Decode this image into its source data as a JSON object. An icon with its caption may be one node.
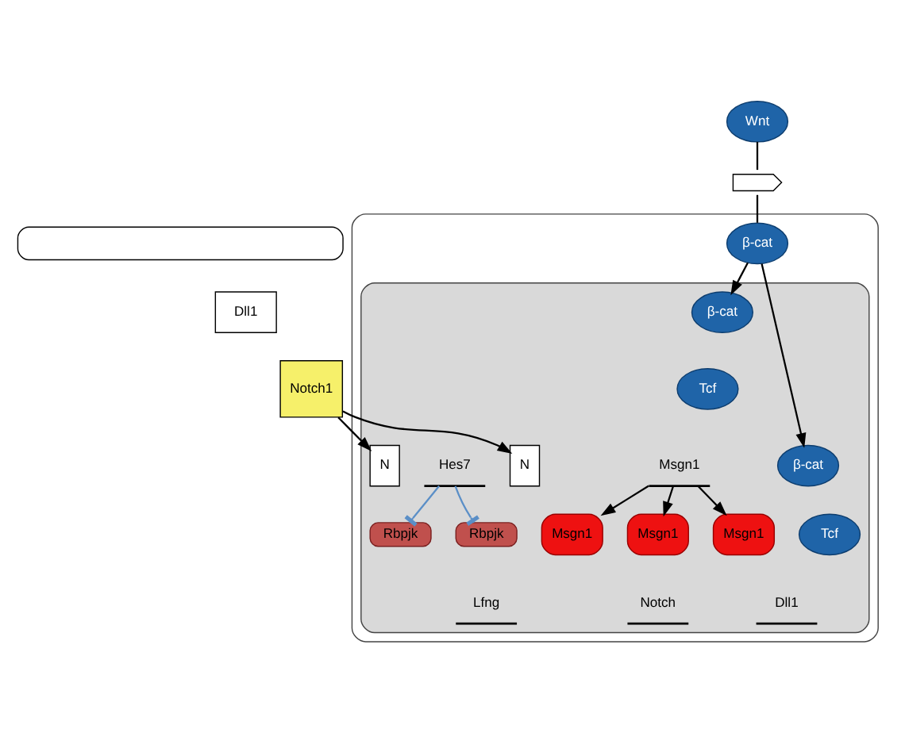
{
  "diagram": {
    "nodes": [
      {
        "text": [],
        "shape": "box"
      },
      {
        "text": [
          "Dll1"
        ]
      },
      {
        "text": [
          "Notch1"
        ]
      },
      {
        "text": [
          "Wnt"
        ]
      },
      {
        "text": [],
        "shape": "coil"
      },
      {
        "text": [],
        "shape": "box"
      },
      {
        "text": [],
        "shape": "ellipse",
        "in": 5
      },
      {
        "text": [
          "β-cat"
        ],
        "in": 5
      },
      {
        "text": [
          "β-cat"
        ],
        "in": 6
      },
      {
        "text": [
          "Tcf"
        ],
        "in": 6
      },
      {
        "text": [
          "Msgn1"
        ],
        "in": 6
      },
      {
        "text": [
          "N"
        ],
        "in": 6
      },
      {
        "text": [
          "Rbpjk"
        ],
        "in": 6
      },
      {
        "text": [
          "Hes7"
        ],
        "in": 6
      },
      {
        "text": [
          "Msgn1"
        ],
        "in": 6
      },
      {
        "text": [
          "N"
        ],
        "in": 6
      },
      {
        "text": [
          "Rbpjk"
        ],
        "in": 6
      },
      {
        "text": [
          "Lfng"
        ],
        "in": 6
      },
      {
        "text": [
          "β-cat"
        ],
        "in": 6
      },
      {
        "text": [
          "Tcf"
        ],
        "in": 6
      },
      {
        "text": [
          "Msgn1"
        ],
        "in": 6
      },
      {
        "text": [
          "Dll1"
        ],
        "in": 6
      },
      {
        "text": [
          "Msgn1"
        ],
        "in": 6
      },
      {
        "text": [
          "Notch"
        ],
        "in": 6
      }
    ],
    "edges": [
      {
        "from": 3,
        "to": 4,
        "arrow": "none"
      },
      {
        "from": 4,
        "to": 7,
        "arrow": "none"
      },
      {
        "from": 7,
        "to": 8,
        "arrow": "to"
      },
      {
        "from": 7,
        "to": 18,
        "arrow": "to"
      },
      {
        "from": 2,
        "to": 11,
        "arrow": "to"
      },
      {
        "from": 2,
        "to": 15,
        "arrow": "to"
      },
      {
        "from": 10,
        "to": 14,
        "arrow": "to"
      },
      {
        "from": 10,
        "to": 20,
        "arrow": "to"
      },
      {
        "from": 10,
        "to": 22,
        "arrow": "to"
      },
      {
        "from": 13,
        "to": 12,
        "arrow": "other",
        "color": "#5b8fc7"
      },
      {
        "from": 13,
        "to": 16,
        "arrow": "other",
        "color": "#5b8fc7"
      }
    ]
  }
}
